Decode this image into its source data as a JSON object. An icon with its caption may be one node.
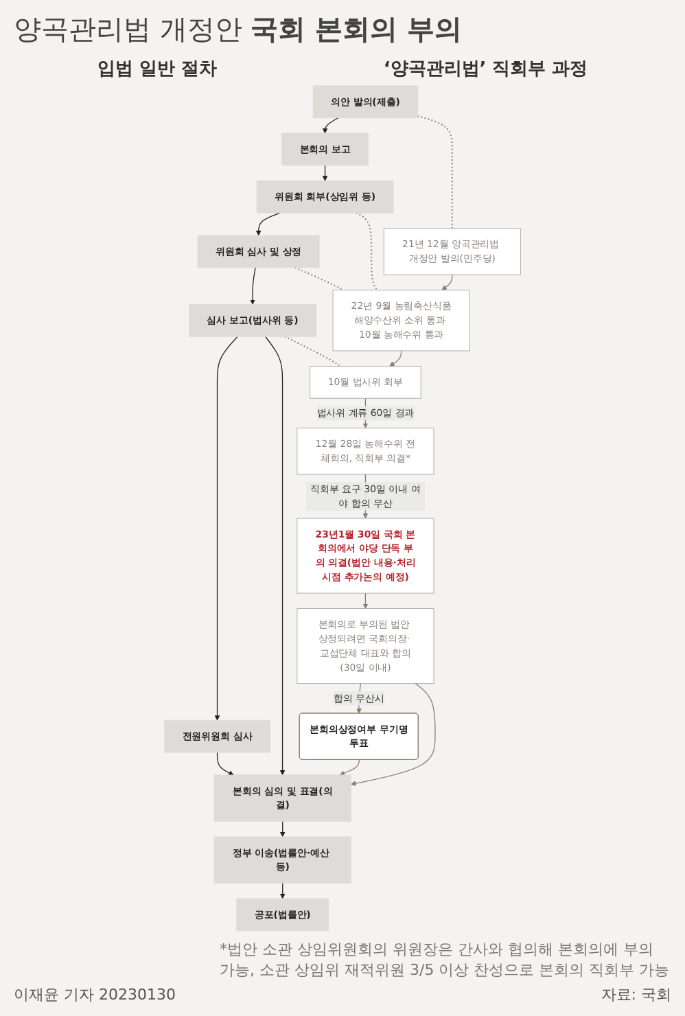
{
  "diagram": {
    "title": "양곡관리법 개정안 **국회 본회의 부의**",
    "nodes": [
      {
        "text": [
          "의안 발의(제출)"
        ]
      },
      {
        "text": [
          "본회의 보고"
        ]
      },
      {
        "text": [
          "위원회 회부(상임위 등)"
        ]
      },
      {
        "text": [
          "위원회 심사 및 상정"
        ]
      },
      {
        "text": [
          "심사 보고(법사위 등)"
        ]
      },
      {
        "text": [
          "전원위원회 심사"
        ]
      },
      {
        "text": [
          "본회의 심의 및 표결(의결)"
        ]
      },
      {
        "text": [
          "정부 이송(법률안·예산 등)"
        ]
      },
      {
        "text": [
          "공포(법률안)"
        ]
      },
      {
        "text": [
          "21년 12월 양곡관리법 개정안 발의(민주당)"
        ]
      },
      {
        "text": [
          "22년 9월 농림축산식품해양수산위 소위 통과 10월 농해수위 통과"
        ]
      },
      {
        "text": [
          "12월 28일 농해수위 전체회의, 직회부 의결*"
        ]
      },
      {
        "text": [
          "10월 법사위 회부"
        ]
      },
      {
        "text": [
          "23년1월 30일 국회 본회의에서 야당 단독 부의 의결(법안 내용·처리시점 추가논의 예정)"
        ]
      },
      {
        "text": [
          "본회의로 부의된 법안 상정되려면 국회의장· 교섭단체 대표와 합의(30일 이내)"
        ]
      },
      {
        "text": [
          "본회의상정여부 무기명투표"
        ]
      }
    ],
    "edges": [
      {
        "from": 0,
        "to": 1,
        "arrow": "to",
        "color": "#222222"
      },
      {
        "from": 1,
        "to": 2,
        "arrow": "to",
        "color": "#222222"
      },
      {
        "from": 2,
        "to": 3,
        "arrow": "to",
        "color": "#222222"
      },
      {
        "from": 3,
        "to": 4,
        "arrow": "to",
        "color": "#222222"
      },
      {
        "from": 4,
        "to": 5,
        "arrow": "to",
        "color": "#222222"
      },
      {
        "from": 5,
        "to": 6,
        "arrow": "to",
        "color": "#222222"
      },
      {
        "from": 4,
        "to": 6,
        "arrow": "to",
        "color": "#222222"
      },
      {
        "from": 6,
        "to": 7,
        "arrow": "to",
        "color": "#222222"
      },
      {
        "from": 7,
        "to": 8,
        "arrow": "to",
        "color": "#222222"
      },
      {
        "from": 0,
        "to": 9,
        "arrow": "none",
        "style": "dashed"
      },
      {
        "from": 2,
        "to": 10,
        "arrow": "none",
        "style": "dashed"
      },
      {
        "from": 3,
        "to": 10,
        "arrow": "none",
        "style": "dashed"
      },
      {
        "from": 4,
        "to": 12,
        "arrow": "none",
        "style": "dashed"
      },
      {
        "from": 9,
        "to": 10,
        "arrow": "to"
      },
      {
        "from": 10,
        "to": 12,
        "arrow": "to"
      },
      {
        "from": 12,
        "to": 11,
        "arrow": "to",
        "label": "법사위 계류 60일 경과"
      },
      {
        "from": 11,
        "to": 13,
        "arrow": "to",
        "label": "직회부 요구 30일 이내 여야 합의 무산"
      },
      {
        "from": 13,
        "to": 14,
        "arrow": "to"
      },
      {
        "from": 14,
        "to": 15,
        "arrow": "to",
        "label": "합의 무산시"
      },
      {
        "from": 15,
        "to": 6,
        "arrow": "to"
      },
      {
        "from": 14,
        "to": 6,
        "arrow": "to"
      }
    ],
    "labels": [
      "입법 일반 절차",
      "‘양곡관리법’ 직회부 과정",
      "*법안 소관 상임위원회의 위원장은 간사와 협의해 본회의에 부의 가능, 소관 상임위 재적위원 3/5 이상 찬성으로 본회의 직회부 가능",
      "자료: 국회",
      "이재윤 기자 20230130"
    ]
  }
}
